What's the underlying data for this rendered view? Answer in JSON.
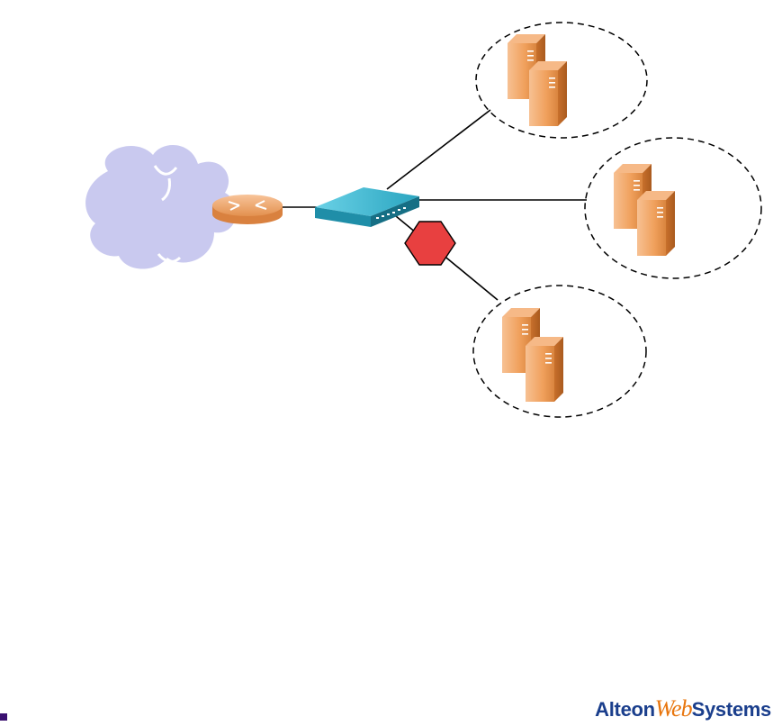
{
  "diagram": {
    "nodes": [
      {
        "id": "internet",
        "shape": "cloud",
        "icon": "cloud-icon"
      },
      {
        "id": "router",
        "shape": "router",
        "icon": "router-icon"
      },
      {
        "id": "switch",
        "shape": "switch",
        "icon": "switch-icon"
      },
      {
        "id": "group-1",
        "shape": "dashed-circle",
        "icon": "server-pair-icon"
      },
      {
        "id": "group-2",
        "shape": "dashed-circle",
        "icon": "server-pair-icon"
      },
      {
        "id": "group-3",
        "shape": "dashed-circle",
        "icon": "server-pair-icon"
      },
      {
        "id": "failure",
        "shape": "hexagon",
        "icon": "stop-hexagon-icon"
      }
    ],
    "edges": [
      {
        "from": "internet",
        "to": "router"
      },
      {
        "from": "router",
        "to": "switch"
      },
      {
        "from": "switch",
        "to": "group-1"
      },
      {
        "from": "switch",
        "to": "group-2"
      },
      {
        "from": "switch",
        "to": "group-3"
      }
    ]
  },
  "colors": {
    "cloud": "#c9c9ef",
    "router": "#f2ad79",
    "switch": "#2aa5c0",
    "server": "#f0a05c",
    "stop": "#e84040",
    "line": "#000000",
    "logo_blue": "#1a3e8c",
    "logo_orange": "#e8760e",
    "footer_mark": "#3a1070"
  },
  "logo": {
    "part1": "Alteon",
    "part2": "Web",
    "part3": "Systems"
  }
}
